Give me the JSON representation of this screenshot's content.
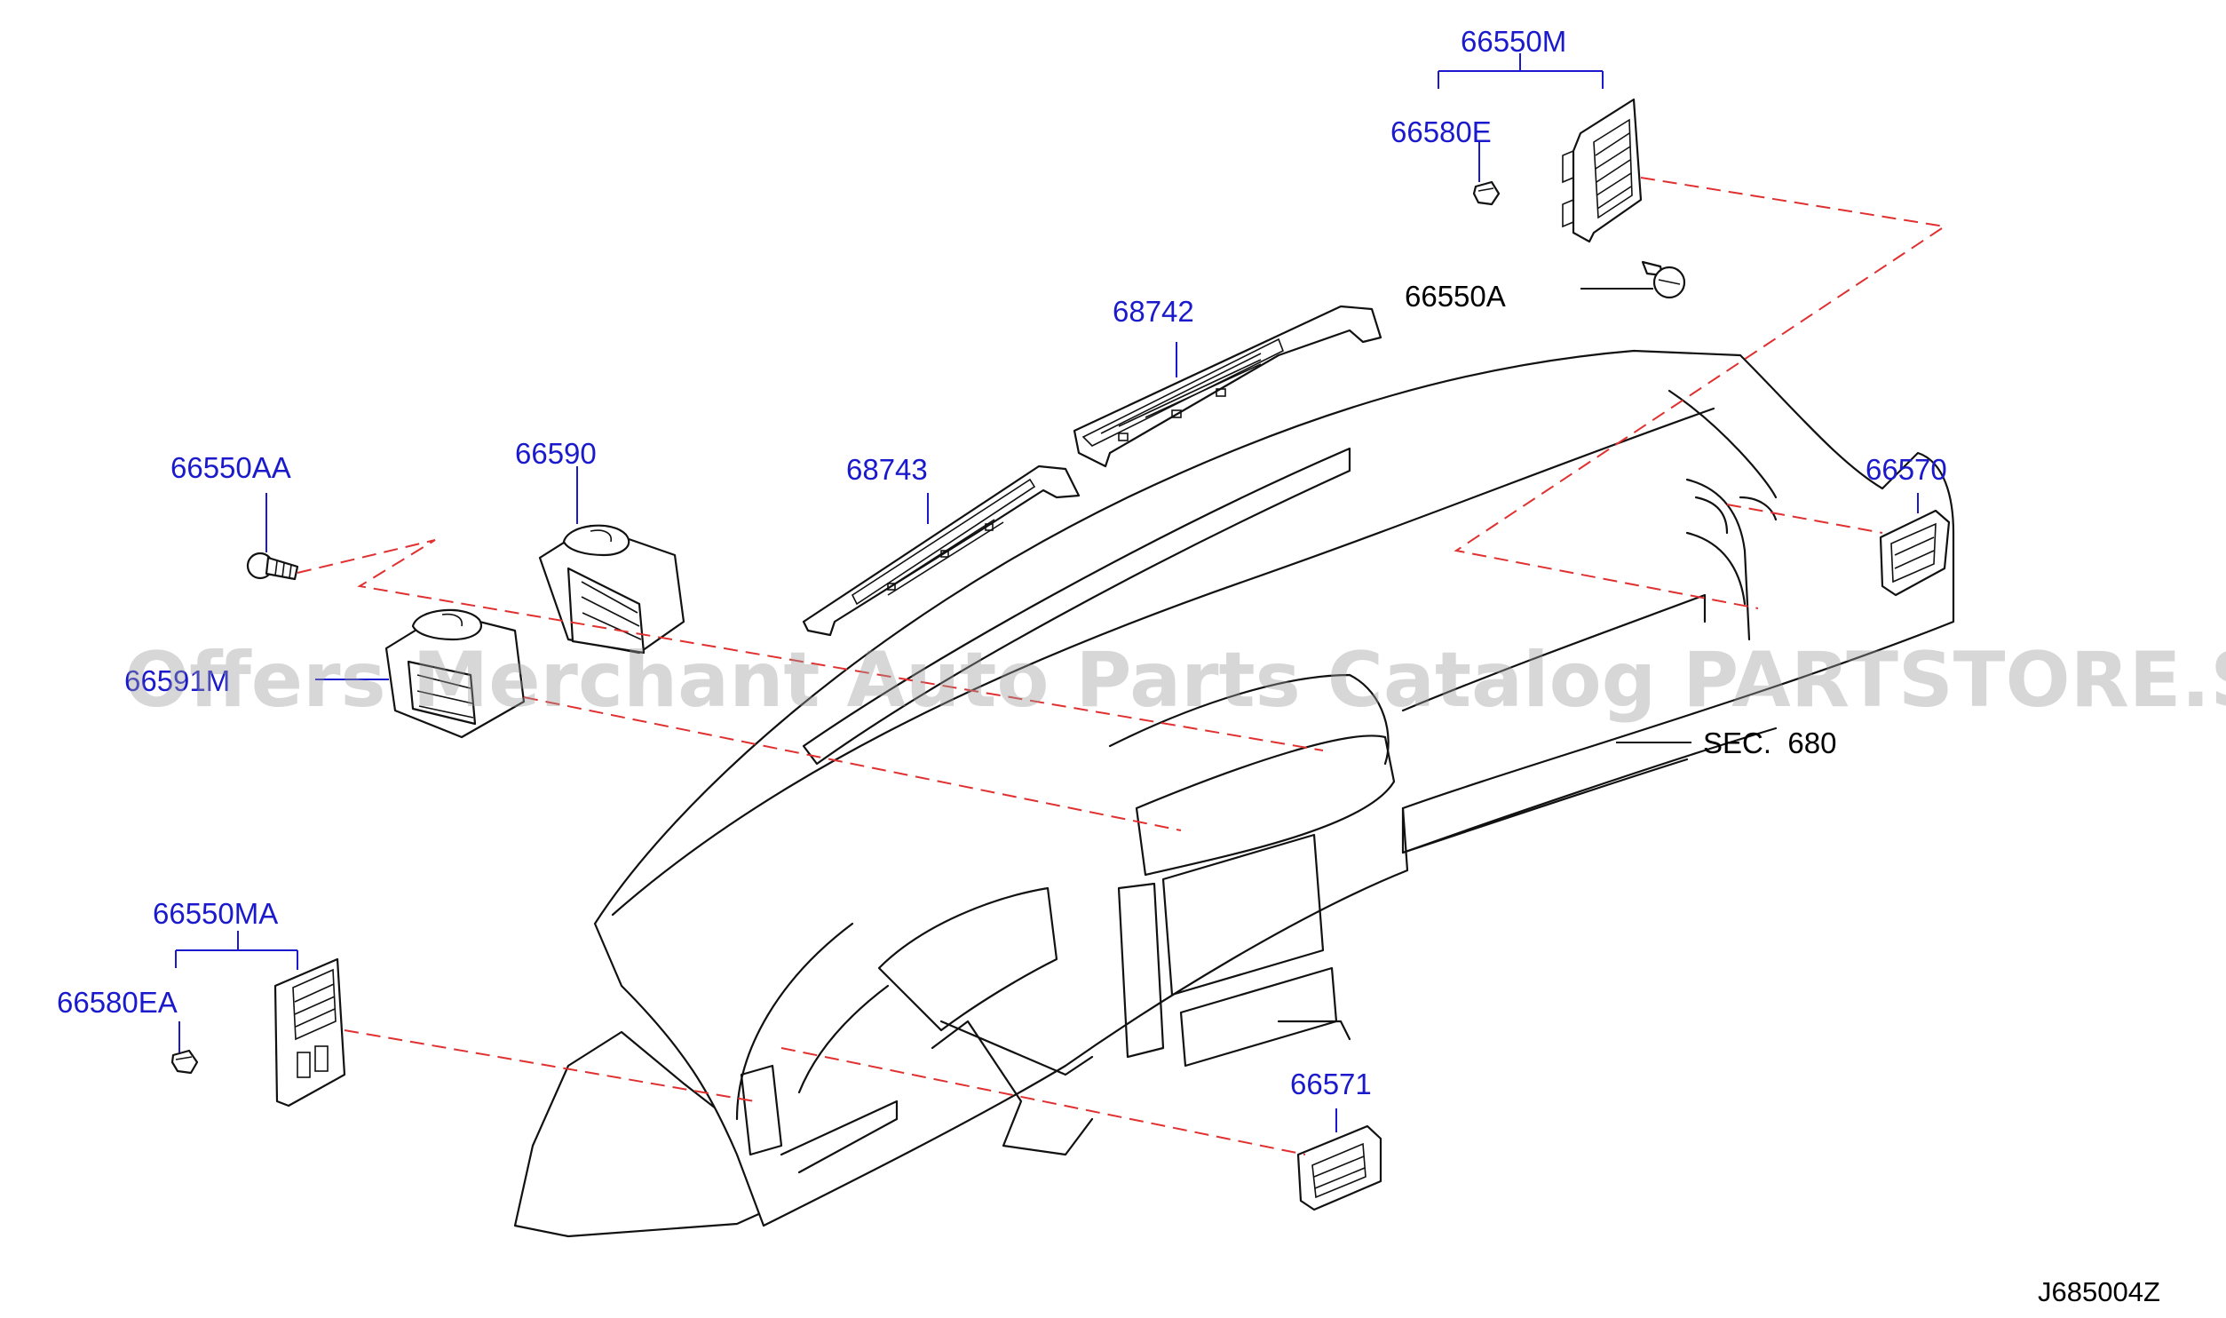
{
  "diagram": {
    "parts": [
      {
        "id": "p-66550M",
        "label": "66550M"
      },
      {
        "id": "p-66580E",
        "label": "66580E"
      },
      {
        "id": "p-66550A",
        "label": "66550A"
      },
      {
        "id": "p-68742",
        "label": "68742"
      },
      {
        "id": "p-68743",
        "label": "68743"
      },
      {
        "id": "p-66550AA",
        "label": "66550AA"
      },
      {
        "id": "p-66590",
        "label": "66590"
      },
      {
        "id": "p-66591M",
        "label": "66591M"
      },
      {
        "id": "p-66570",
        "label": "66570"
      },
      {
        "id": "p-66550MA",
        "label": "66550MA"
      },
      {
        "id": "p-66580EA",
        "label": "66580EA"
      },
      {
        "id": "p-66571",
        "label": "66571"
      }
    ],
    "reference": "SEC.  680",
    "diagram_code": "J685004Z",
    "watermark": "Offers Merchant Auto Parts Catalog PARTSTORE.SA",
    "colors": {
      "part_label": "#1a1acc",
      "leader_line": "#1a1acc",
      "dashed_line": "#e03030",
      "outline": "#111111",
      "watermark": "#9a9a9a"
    }
  }
}
